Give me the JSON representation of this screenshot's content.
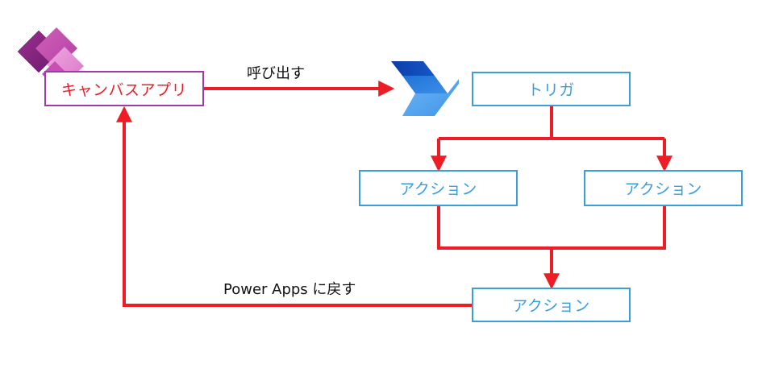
{
  "nodes": {
    "app": "キャンバスアプリ",
    "trigger": "トリガ",
    "action_left": "アクション",
    "action_right": "アクション",
    "action_bottom": "アクション"
  },
  "edges": {
    "call": "呼び出す",
    "return": "Power Apps に戻す"
  },
  "icons": {
    "app_logo": "power-apps-logo",
    "flow_logo": "power-automate-logo"
  },
  "colors": {
    "connector": "#ee1c25",
    "app_border": "#a03aa8",
    "flow_border": "#3a9ed9",
    "flow_text": "#3a9ed9",
    "app_text": "#ee1c25"
  }
}
